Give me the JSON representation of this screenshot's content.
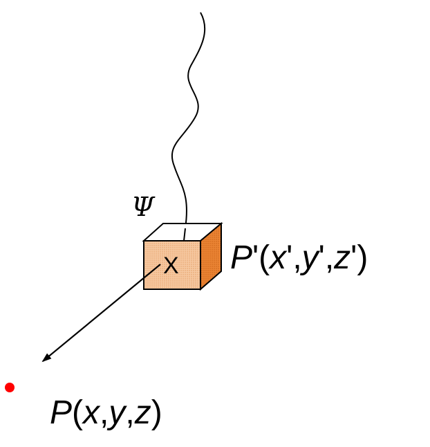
{
  "labels": {
    "psi": "Ψ",
    "source_char": "X",
    "source_point": {
      "P": "P",
      "open": "'(",
      "x": "x",
      "sep1": "',",
      "y": "y",
      "sep2": "',",
      "z": "z",
      "close": "')"
    },
    "field_point": {
      "P": "P",
      "open": "(",
      "x": "x",
      "sep1": ",",
      "y": "y",
      "sep2": ",",
      "z": "z",
      "close": ")"
    }
  },
  "colors": {
    "box_front": "#f2b98a",
    "box_top": "#ffffff",
    "box_side": "#e5731e",
    "point": "#ff0000",
    "ink": "#000000"
  }
}
